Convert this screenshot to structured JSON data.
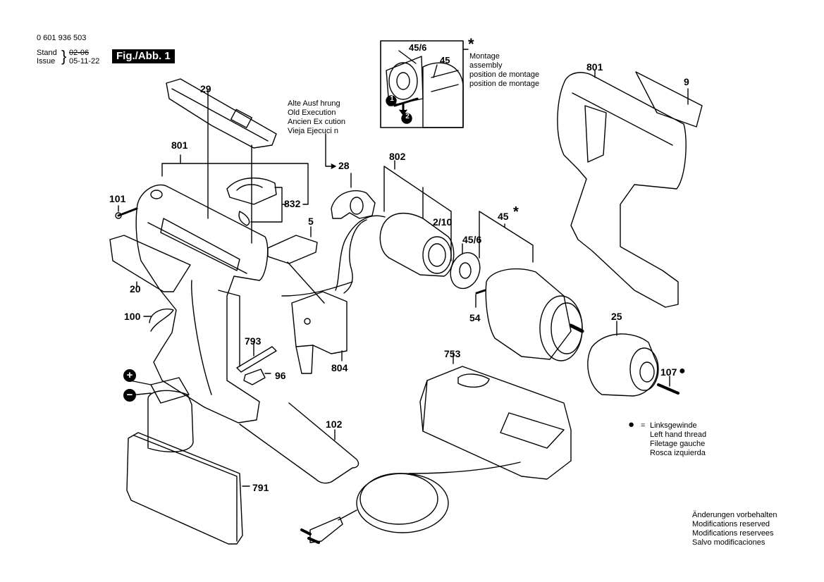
{
  "header": {
    "part_number": "0 601 936 503",
    "stand_label": "Stand",
    "issue_label": "Issue",
    "old_date": "02-06",
    "issue_date": "05-11-22",
    "figure_label": "Fig./Abb. 1"
  },
  "assembly_note": {
    "star": "*",
    "lines": [
      "Montage",
      "assembly",
      "position de montage",
      "position de montage"
    ],
    "inset_labels": [
      "45/6",
      "45"
    ],
    "steps": [
      "1",
      "2"
    ]
  },
  "old_execution_note": {
    "lines": [
      "Alte Ausf hrung",
      "Old Execution",
      "Ancien Ex cution",
      "Vieja Ejecuci n"
    ]
  },
  "left_thread_note": {
    "symbol": "●",
    "equals": "=",
    "lines": [
      "Linksgewinde",
      "Left hand thread",
      "Filetage gauche",
      "Rosca izquierda"
    ]
  },
  "modifications_note": {
    "lines": [
      "Änderungen vorbehalten",
      "Modifications reserved",
      "Modifications reservees",
      "Salvo modificaciones"
    ]
  },
  "polarity": {
    "plus": "+",
    "minus": "−"
  },
  "part_labels": {
    "p29": "29",
    "p801_left": "801",
    "p101": "101",
    "p832": "832",
    "p5": "5",
    "p20": "20",
    "p100": "100",
    "p28": "28",
    "p802": "802",
    "p2_10": "2/10",
    "p45": "45",
    "p45_star": "*",
    "p45_6": "45/6",
    "p54": "54",
    "p801_right": "801",
    "p9": "9",
    "p25": "25",
    "p107": "107",
    "p107_mark": "●",
    "p793": "793",
    "p96": "96",
    "p804": "804",
    "p753": "753",
    "p102": "102",
    "p791": "791"
  }
}
